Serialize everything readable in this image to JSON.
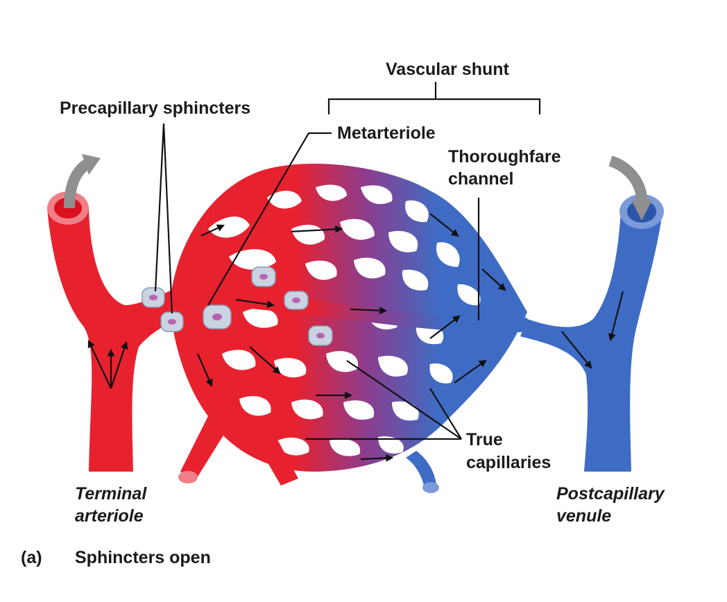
{
  "labels": {
    "vascular_shunt": "Vascular shunt",
    "precapillary_sphincters": "Precapillary sphincters",
    "metarteriole": "Metarteriole",
    "thoroughfare_channel_line1": "Thoroughfare",
    "thoroughfare_channel_line2": "channel",
    "true_capillaries_line1": "True",
    "true_capillaries_line2": "capillaries",
    "terminal_arteriole_line1": "Terminal",
    "terminal_arteriole_line2": "arteriole",
    "postcapillary_venule_line1": "Postcapillary",
    "postcapillary_venule_line2": "venule"
  },
  "caption": {
    "part": "(a)",
    "title": "Sphincters open"
  },
  "colors": {
    "arterial": "#e8212f",
    "venous": "#3e6cc4",
    "sphincter": "#c9d3e2",
    "flow_arrow": "#111111",
    "bulk_arrow": "#8f8f8f"
  },
  "icons": {
    "flow_arrow": "arrow-icon",
    "bulk_flow_arrow": "curved-arrow-icon"
  }
}
